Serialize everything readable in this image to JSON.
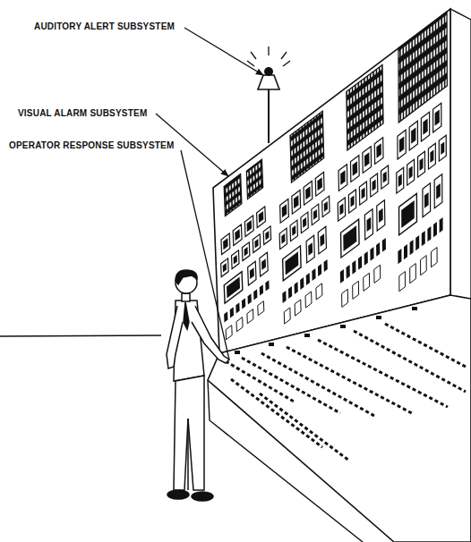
{
  "diagram": {
    "labels": [
      "AUDITORY ALERT SUBSYSTEM",
      "VISUAL ALARM SUBSYSTEM",
      "OPERATOR RESPONSE SUBSYSTEM"
    ]
  }
}
